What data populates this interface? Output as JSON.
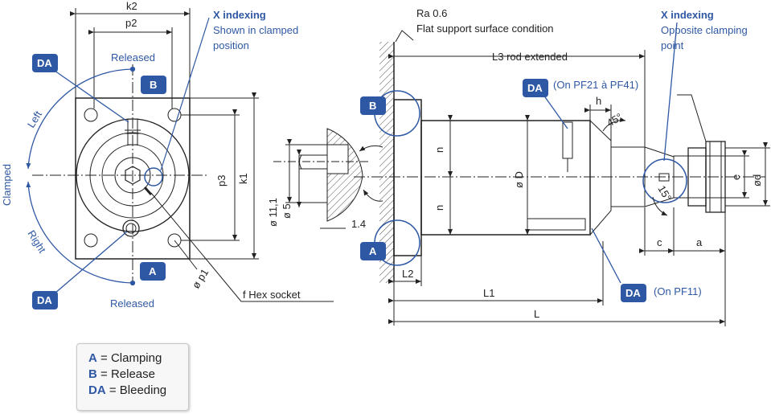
{
  "left_view": {
    "dim_k2": "k2",
    "dim_p2": "p2",
    "dim_p3": "p3",
    "dim_k1": "k1",
    "dim_p1": "ø p1",
    "released_top": "Released",
    "released_bottom": "Released",
    "clamped": "Clamped",
    "left": "Left",
    "right": "Right",
    "hex_socket": "f  Hex socket"
  },
  "x_indexing_1": {
    "title": "X indexing",
    "line1": "Shown in clamped",
    "line2": "position"
  },
  "x_indexing_2": {
    "title": "X indexing",
    "line1": "Opposite clamping",
    "line2": "point"
  },
  "badges": {
    "da": "DA",
    "a": "A",
    "b": "B"
  },
  "detail": {
    "d11": "ø 11,1",
    "d5": "ø 5",
    "d14": "1.4"
  },
  "right_view": {
    "ra": "Ra 0.6",
    "flat": "Flat support surface condition",
    "l3": "L3 rod extended",
    "on_pf21": "(On PF21 à PF41)",
    "on_pf11": "(On PF11)",
    "h": "h",
    "angle45": "45°",
    "n_top": "n",
    "n_bottom": "n",
    "od": "ø D",
    "e": "e",
    "odd": "ød",
    "c": "c",
    "a": "a",
    "angle15": "15°",
    "l2": "L2",
    "l1": "L1",
    "l": "L"
  },
  "legend": {
    "a_key": "A",
    "a_text": " = Clamping",
    "b_key": "B",
    "b_text": " = Release",
    "da_key": "DA",
    "da_text": " = Bleeding"
  },
  "colors": {
    "accent": "#2f58a4",
    "line": "#222222",
    "legend_bg": "#f7f7f7"
  }
}
